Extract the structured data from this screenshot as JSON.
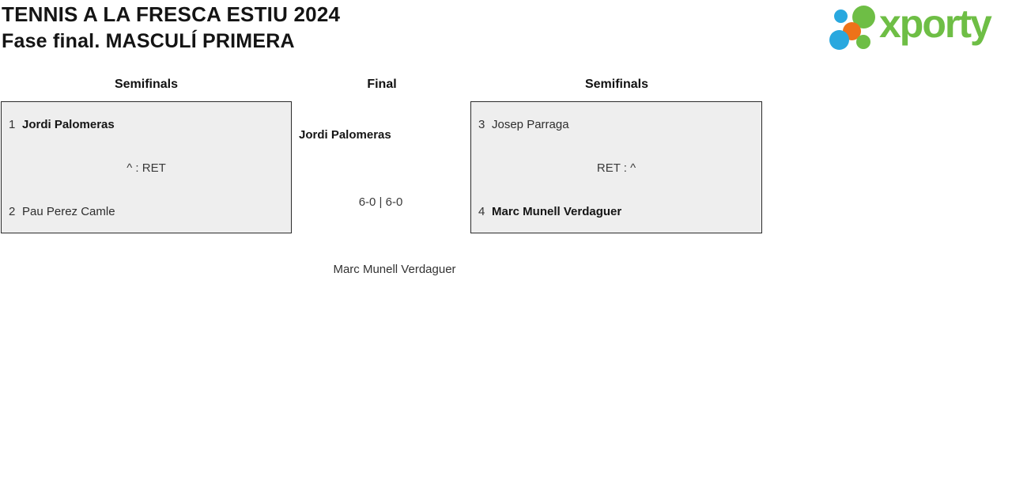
{
  "header": {
    "title_line1": "TENNIS A LA FRESCA ESTIU 2024",
    "title_line2": "Fase final. MASCULÍ PRIMERA"
  },
  "logo": {
    "wordmark": "xporty",
    "colors": {
      "green": "#6ebe45",
      "blue": "#29a8df",
      "orange": "#ee7219"
    }
  },
  "colors": {
    "box_bg": "#eeeeee"
  },
  "bracket": {
    "columns": [
      {
        "label": "Semifinals"
      },
      {
        "label": "Final"
      },
      {
        "label": "Semifinals"
      }
    ],
    "semifinal_left": {
      "player1": {
        "seed": "1",
        "name": "Jordi Palomeras"
      },
      "player2": {
        "seed": "2",
        "name": "Pau Perez Camle"
      },
      "score": "^ : RET"
    },
    "semifinal_right": {
      "player1": {
        "seed": "3",
        "name": "Josep Parraga"
      },
      "player2": {
        "seed": "4",
        "name": "Marc Munell Verdaguer"
      },
      "score": "RET : ^"
    },
    "final": {
      "winner": "Jordi Palomeras",
      "score": "6-0 | 6-0",
      "runner_up": "Marc Munell Verdaguer"
    }
  }
}
